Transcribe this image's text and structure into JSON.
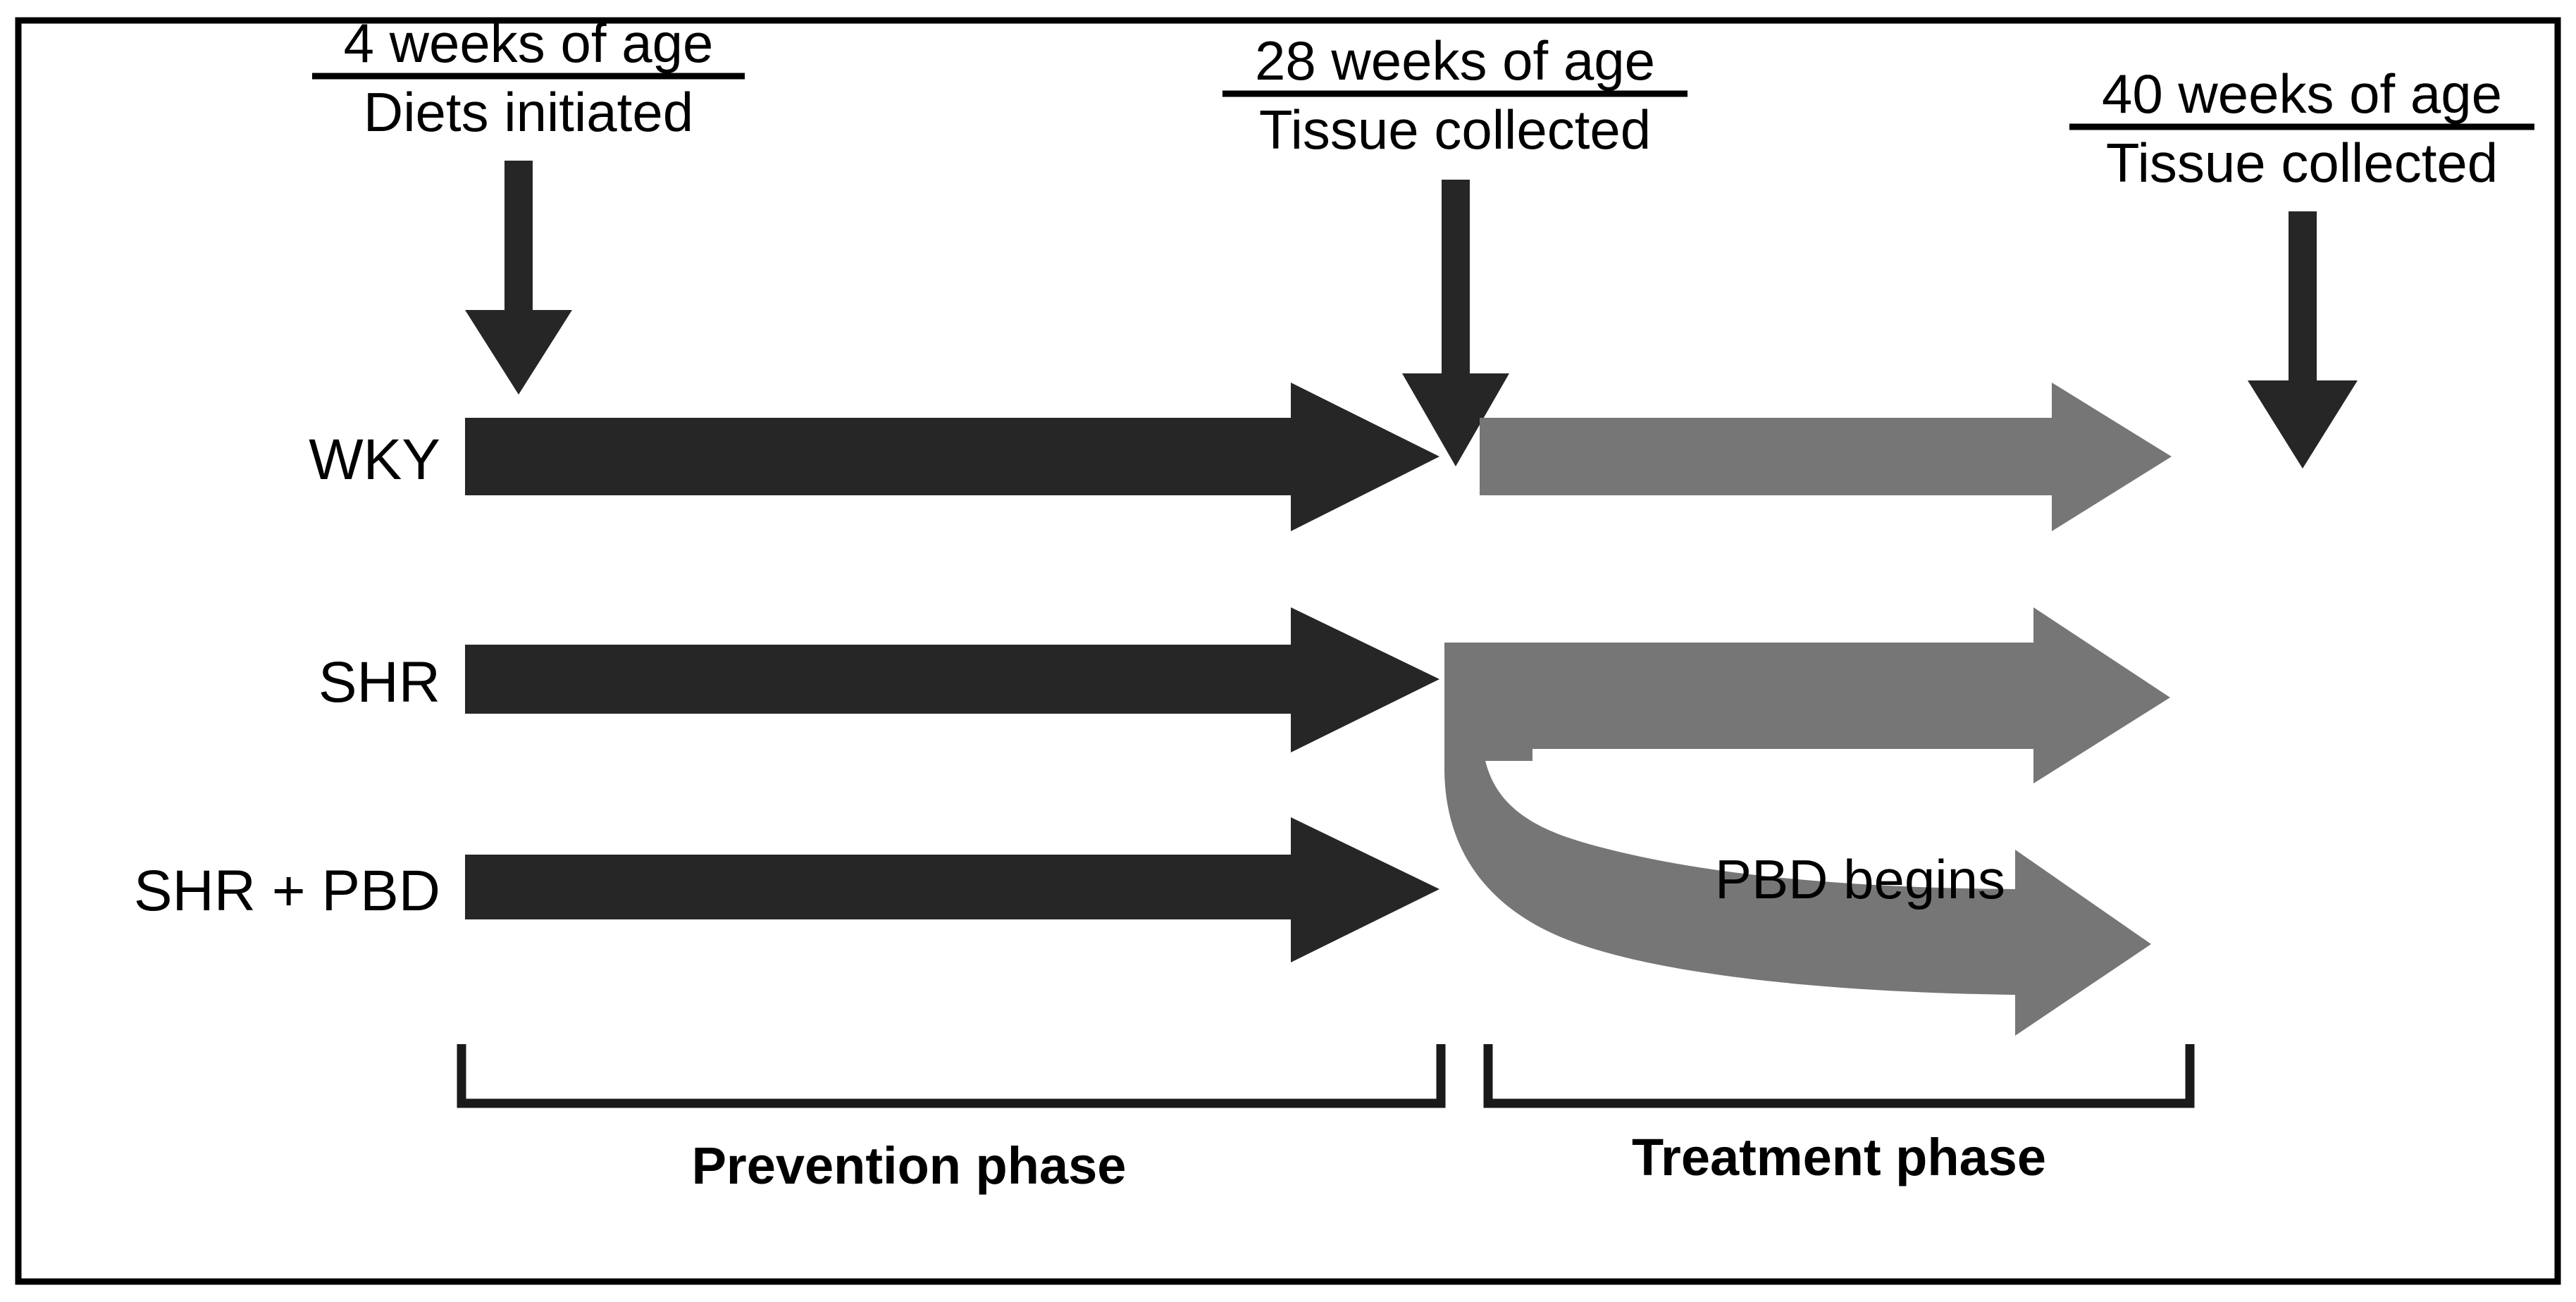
{
  "figure": {
    "kind": "experimental-timeline-diagram",
    "border_color": "#000000",
    "background": "#ffffff"
  },
  "colors": {
    "black_arrow": "#262626",
    "gray_arrow": "#767676",
    "text": "#000000",
    "bracket": "#000000"
  },
  "timepoints": [
    {
      "id": "t-4w",
      "title": "4 weeks of age",
      "subtitle": "Diets initiated",
      "underlined": true
    },
    {
      "id": "t-28w",
      "title": "28 weeks of age",
      "subtitle": "Tissue collected",
      "underlined": true
    },
    {
      "id": "t-40w",
      "title": "40 weeks of age",
      "subtitle": "Tissue collected",
      "underlined": true
    }
  ],
  "groups": [
    {
      "id": "wky",
      "label": "WKY"
    },
    {
      "id": "shr",
      "label": "SHR"
    },
    {
      "id": "shr-pbd",
      "label": "SHR + PBD"
    }
  ],
  "annotations": {
    "pbd_begins": "PBD begins"
  },
  "phases": [
    {
      "id": "prevention",
      "label": "Prevention phase"
    },
    {
      "id": "treatment",
      "label": "Treatment phase"
    }
  ]
}
